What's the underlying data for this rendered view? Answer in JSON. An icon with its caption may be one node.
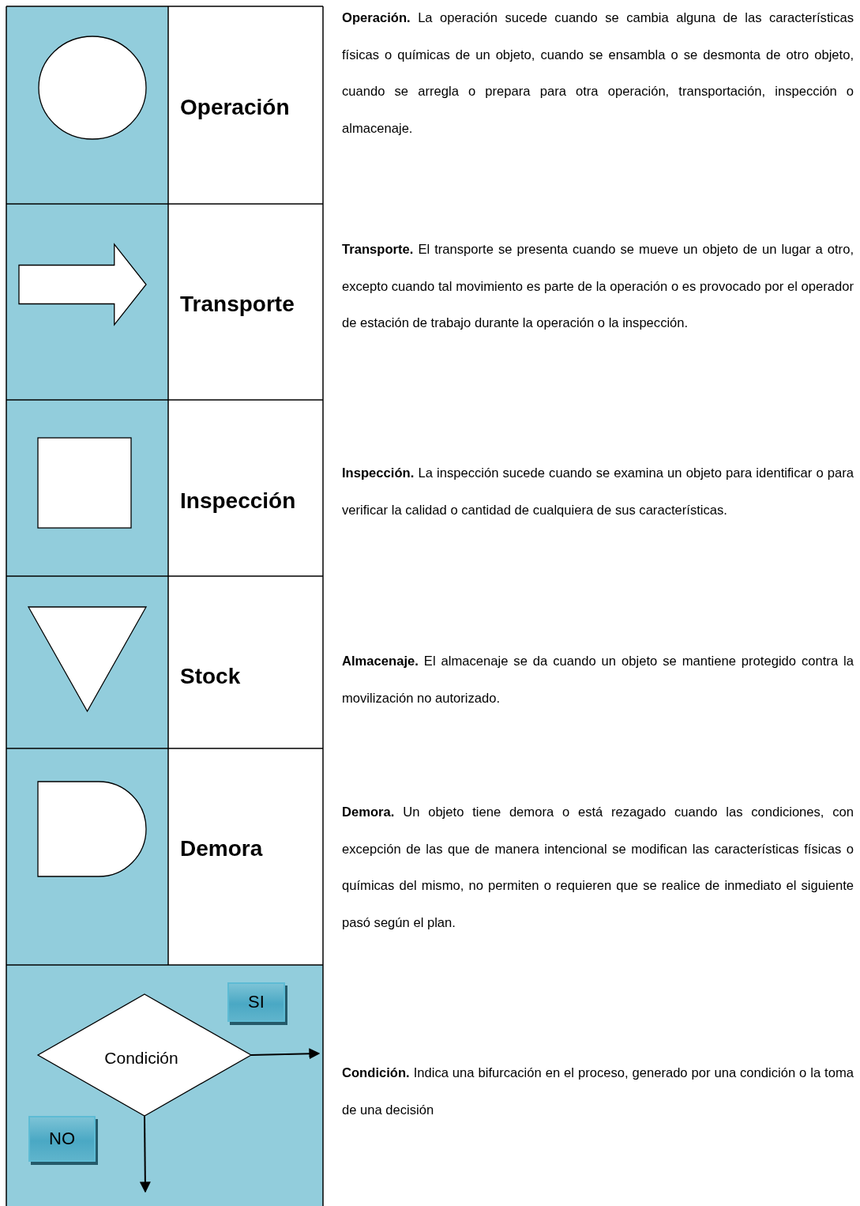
{
  "diagram": {
    "nodes": [
      {
        "text": [],
        "shape": "circle"
      },
      {
        "text": [],
        "shape": "arrow"
      },
      {
        "text": [],
        "shape": "box"
      },
      {
        "text": [],
        "shape": "triangle"
      },
      {
        "text": [],
        "shape": "semicircle"
      },
      {
        "text": [
          "Condición"
        ]
      },
      {
        "text": [
          "SI"
        ]
      },
      {
        "text": [
          "NO"
        ]
      }
    ],
    "edges": [
      {
        "from": 5,
        "to": null,
        "arrow": "to"
      },
      {
        "from": 5,
        "to": null,
        "arrow": "to"
      }
    ],
    "labels": [
      "Operación",
      "**Operación.** La operación sucede cuando se cambia alguna de las características físicas o químicas de un objeto, cuando se ensambla o se desmonta de otro objeto, cuando se arregla o prepara para otra operación, transportación, inspección o almacenaje.",
      "Transporte",
      "**Transporte.** El transporte se presenta cuando se mueve un objeto de un lugar a otro, excepto cuando tal movimiento es parte de la operación o es provocado por el operador de estación de trabajo durante la operación o la inspección.",
      "Inspección",
      "**Inspección.** La inspección sucede cuando se examina un objeto para identificar o para verificar la calidad o cantidad de cualquiera de sus características.",
      "Stock",
      "**Almacenaje.** El almacenaje se da cuando un objeto se mantiene protegido contra la movilización no autorizado.",
      "Demora",
      "**Demora.** Un objeto tiene demora o está rezagado cuando las condiciones, con excepción de las que de manera intencional se modifican las características físicas o químicas del mismo, no permiten o requieren que se realice de inmediato el siguiente pasó según el plan.",
      "**Condición.** Indica una bifurcación en el proceso, generado por una condición o la toma de una decisión"
    ]
  }
}
